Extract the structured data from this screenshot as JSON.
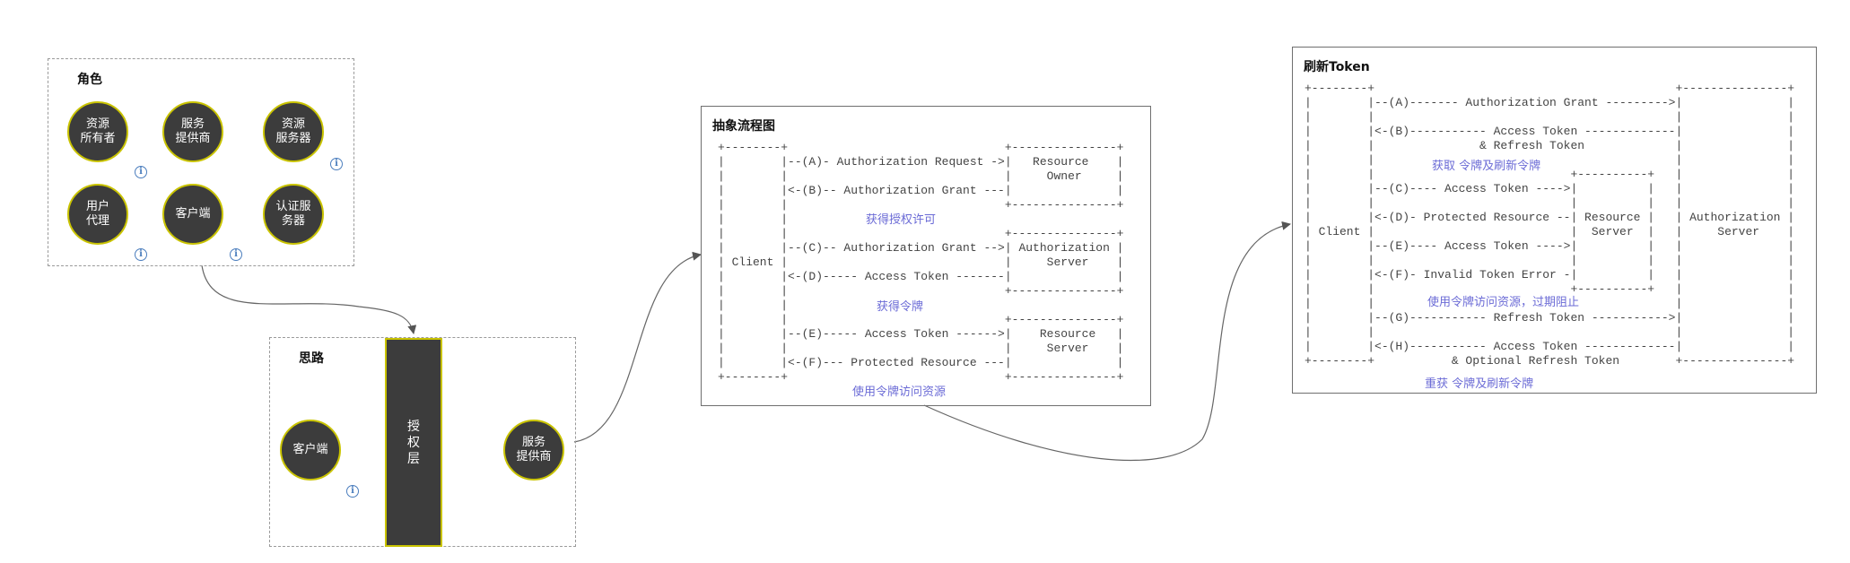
{
  "roles": {
    "title": "角色",
    "nodes": [
      {
        "id": "resource-owner",
        "label": "资源\n所有者"
      },
      {
        "id": "service-provider",
        "label": "服务\n提供商"
      },
      {
        "id": "resource-server",
        "label": "资源\n服务器"
      },
      {
        "id": "user-agent",
        "label": "用户\n代理"
      },
      {
        "id": "client",
        "label": "客户端"
      },
      {
        "id": "auth-server",
        "label": "认证服\n务器"
      }
    ]
  },
  "idea": {
    "title": "思路",
    "client_label": "客户端",
    "auth_layer_label": "授\n权\n层",
    "provider_label": "服务\n提供商"
  },
  "abstract_flow": {
    "title": "抽象流程图",
    "ascii": "+--------+                               +---------------+\n|        |--(A)- Authorization Request ->|   Resource    |\n|        |                               |     Owner     |\n|        |<-(B)-- Authorization Grant ---|               |\n|        |                               +---------------+\n|        |\n|        |                               +---------------+\n|        |--(C)-- Authorization Grant -->| Authorization |\n| Client |                               |     Server    |\n|        |<-(D)----- Access Token -------|               |\n|        |                               +---------------+\n|        |\n|        |                               +---------------+\n|        |--(E)----- Access Token ------>|    Resource   |\n|        |                               |     Server    |\n|        |<-(F)--- Protected Resource ---|               |\n+--------+                               +---------------+",
    "notes": [
      "获得授权许可",
      "获得令牌",
      "使用令牌访问资源"
    ]
  },
  "refresh_token": {
    "title": "刷新Token",
    "ascii": "+--------+                                           +---------------+\n|        |--(A)------- Authorization Grant --------->|               |\n|        |                                           |               |\n|        |<-(B)----------- Access Token -------------|               |\n|        |               & Refresh Token             |               |\n|        |                                           |               |\n|        |                            +----------+   |               |\n|        |--(C)---- Access Token ---->|          |   |               |\n|        |                            |          |   |               |\n|        |<-(D)- Protected Resource --| Resource |   | Authorization |\n| Client |                            |  Server  |   |     Server    |\n|        |--(E)---- Access Token ---->|          |   |               |\n|        |                            |          |   |               |\n|        |<-(F)- Invalid Token Error -|          |   |               |\n|        |                            +----------+   |               |\n|        |                                           |               |\n|        |--(G)----------- Refresh Token ----------->|               |\n|        |                                           |               |\n|        |<-(H)----------- Access Token -------------|               |\n+--------+           & Optional Refresh Token        +---------------+",
    "notes": [
      "获取 令牌及刷新令牌",
      "使用令牌访问资源，过期阻止",
      "重获 令牌及刷新令牌"
    ]
  },
  "colors": {
    "node_fill": "#3c3c3c",
    "node_border": "#c9c300",
    "note_text": "#6b6bd6",
    "info_icon": "#4a7dbd"
  }
}
